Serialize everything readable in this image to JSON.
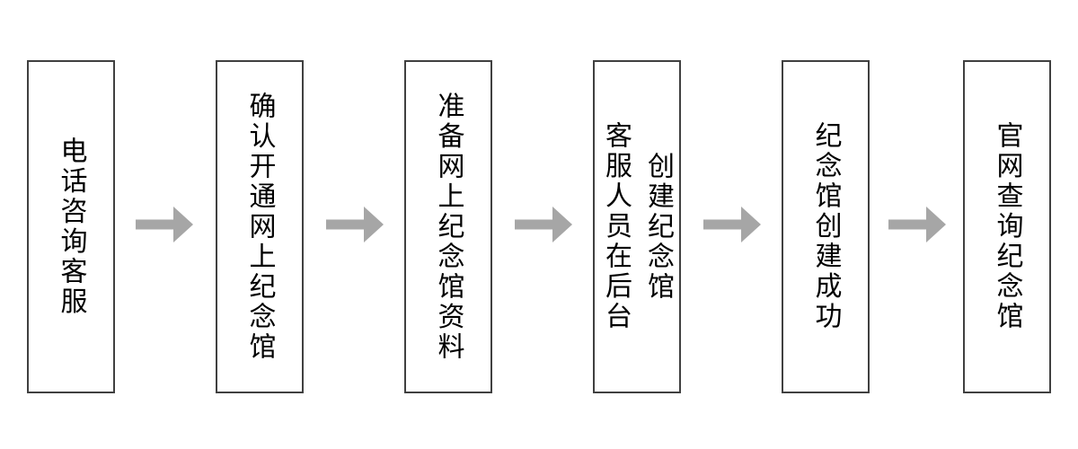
{
  "colors": {
    "background": "#ffffff",
    "box-fill": "#ffffff",
    "box-border": "#404040",
    "arrow-color": "#a6a6a6",
    "text-color": "#000000"
  },
  "flowchart": {
    "type": "process-flow",
    "direction": "left-to-right",
    "steps": [
      {
        "label": "电话咨询客服",
        "lines": [
          "电话咨询客服"
        ]
      },
      {
        "label": "确认开通网上纪念馆",
        "lines": [
          "确认开通网上纪念馆"
        ]
      },
      {
        "label": "准备网上纪念馆资料",
        "lines": [
          "准备网上纪念馆资料"
        ]
      },
      {
        "label": "客服人员在后台创建纪念馆",
        "lines": [
          "客服人员在后台",
          "创建纪念馆"
        ]
      },
      {
        "label": "纪念馆创建成功",
        "lines": [
          "纪念馆创建成功"
        ]
      },
      {
        "label": "官网查询纪念馆",
        "lines": [
          "官网查询纪念馆"
        ]
      }
    ],
    "connectors": [
      {
        "from": 1,
        "to": 2,
        "shape": "right-arrow"
      },
      {
        "from": 2,
        "to": 3,
        "shape": "right-arrow"
      },
      {
        "from": 3,
        "to": 4,
        "shape": "right-arrow"
      },
      {
        "from": 4,
        "to": 5,
        "shape": "right-arrow"
      },
      {
        "from": 5,
        "to": 6,
        "shape": "right-arrow"
      }
    ]
  }
}
